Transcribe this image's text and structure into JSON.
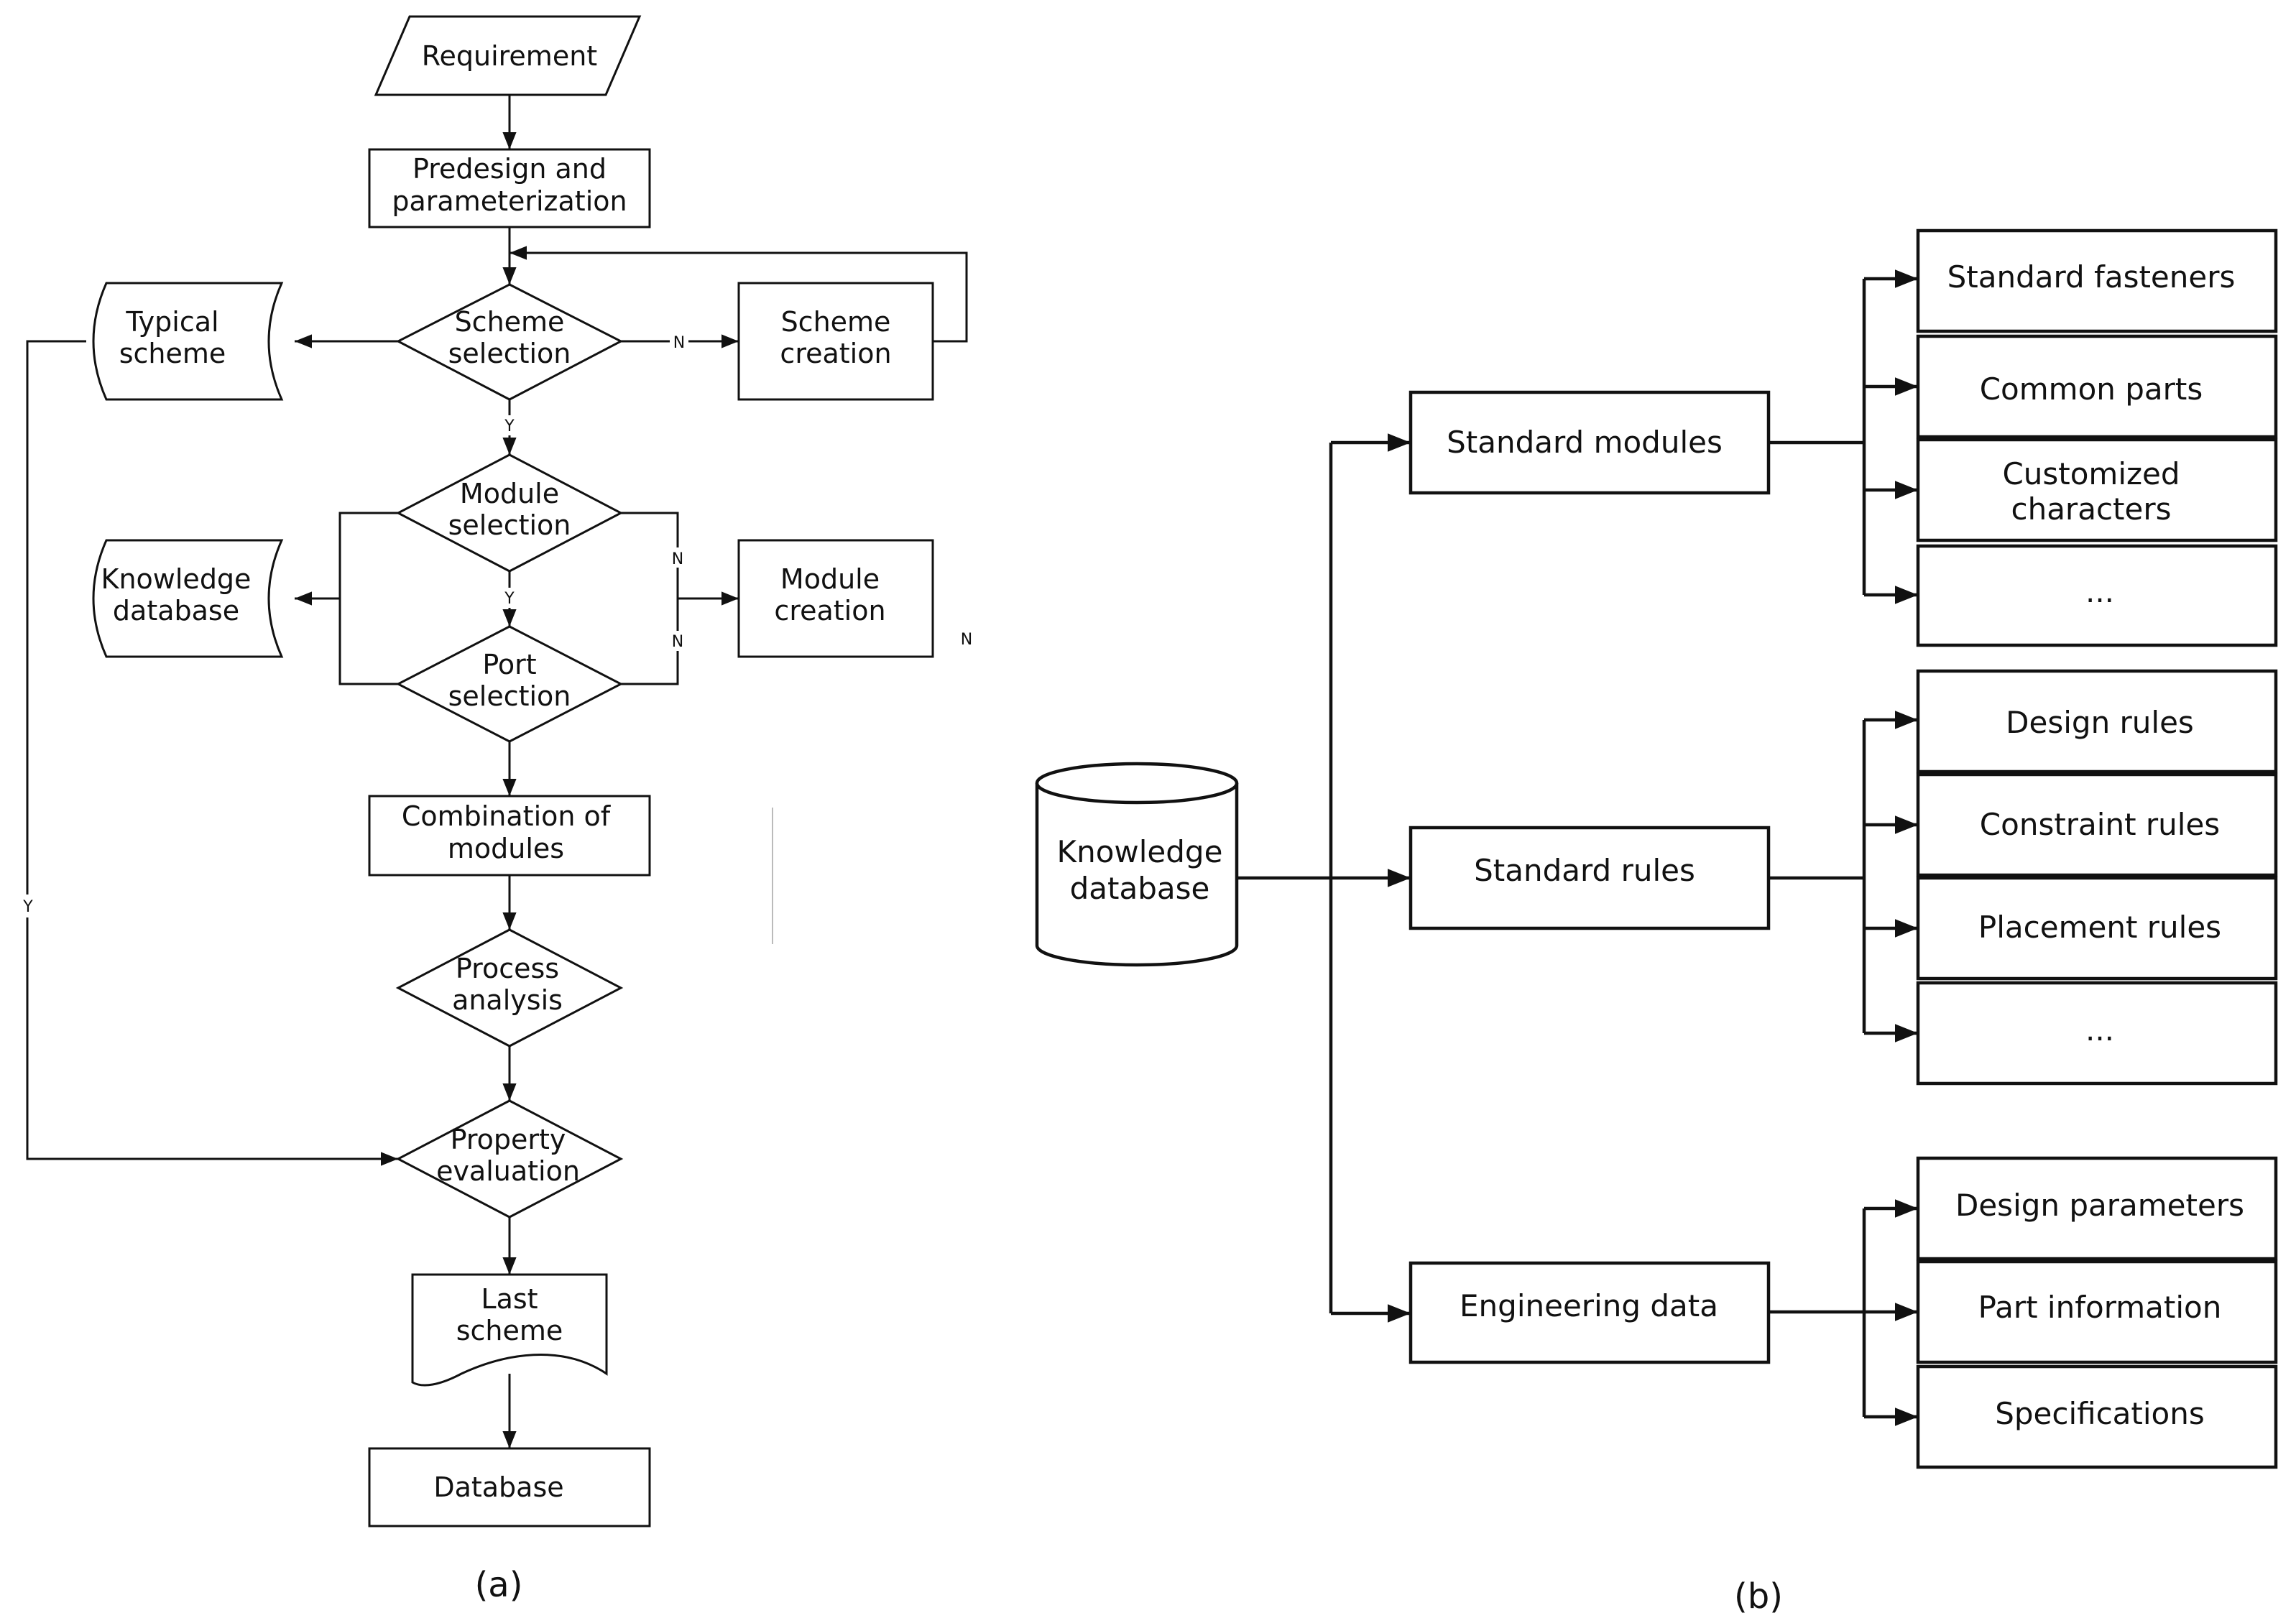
{
  "flowchart": {
    "requirement": "Requirement",
    "predesign": [
      "Predesign and",
      "parameterization"
    ],
    "scheme_selection": [
      "Scheme",
      "selection"
    ],
    "typical_scheme": [
      "Typical",
      "scheme"
    ],
    "scheme_creation": [
      "Scheme",
      "creation"
    ],
    "module_selection": [
      "Module",
      "selection"
    ],
    "knowledge_database": [
      "Knowledge",
      "database"
    ],
    "module_creation": [
      "Module",
      "creation"
    ],
    "port_selection": [
      "Port",
      "selection"
    ],
    "combination": [
      "Combination of",
      "modules"
    ],
    "process_analysis": [
      "Process",
      "analysis"
    ],
    "property_evaluation": [
      "Property",
      "evaluation"
    ],
    "last_scheme": [
      "Last",
      "scheme"
    ],
    "database": "Database",
    "yes": "Y",
    "no": "N",
    "caption": "(a)"
  },
  "tree": {
    "root": [
      "Knowledge",
      "database"
    ],
    "branches": [
      {
        "label": "Standard modules",
        "children": [
          [
            "Standard fasteners"
          ],
          [
            "Common parts"
          ],
          [
            "Customized",
            "characters"
          ],
          [
            "..."
          ]
        ]
      },
      {
        "label": "Standard rules",
        "children": [
          [
            "Design rules"
          ],
          [
            "Constraint rules"
          ],
          [
            "Placement rules"
          ],
          [
            "..."
          ]
        ]
      },
      {
        "label": "Engineering data",
        "children": [
          [
            "Design parameters"
          ],
          [
            "Part information"
          ],
          [
            "Specifications"
          ]
        ]
      }
    ],
    "caption": "(b)"
  }
}
